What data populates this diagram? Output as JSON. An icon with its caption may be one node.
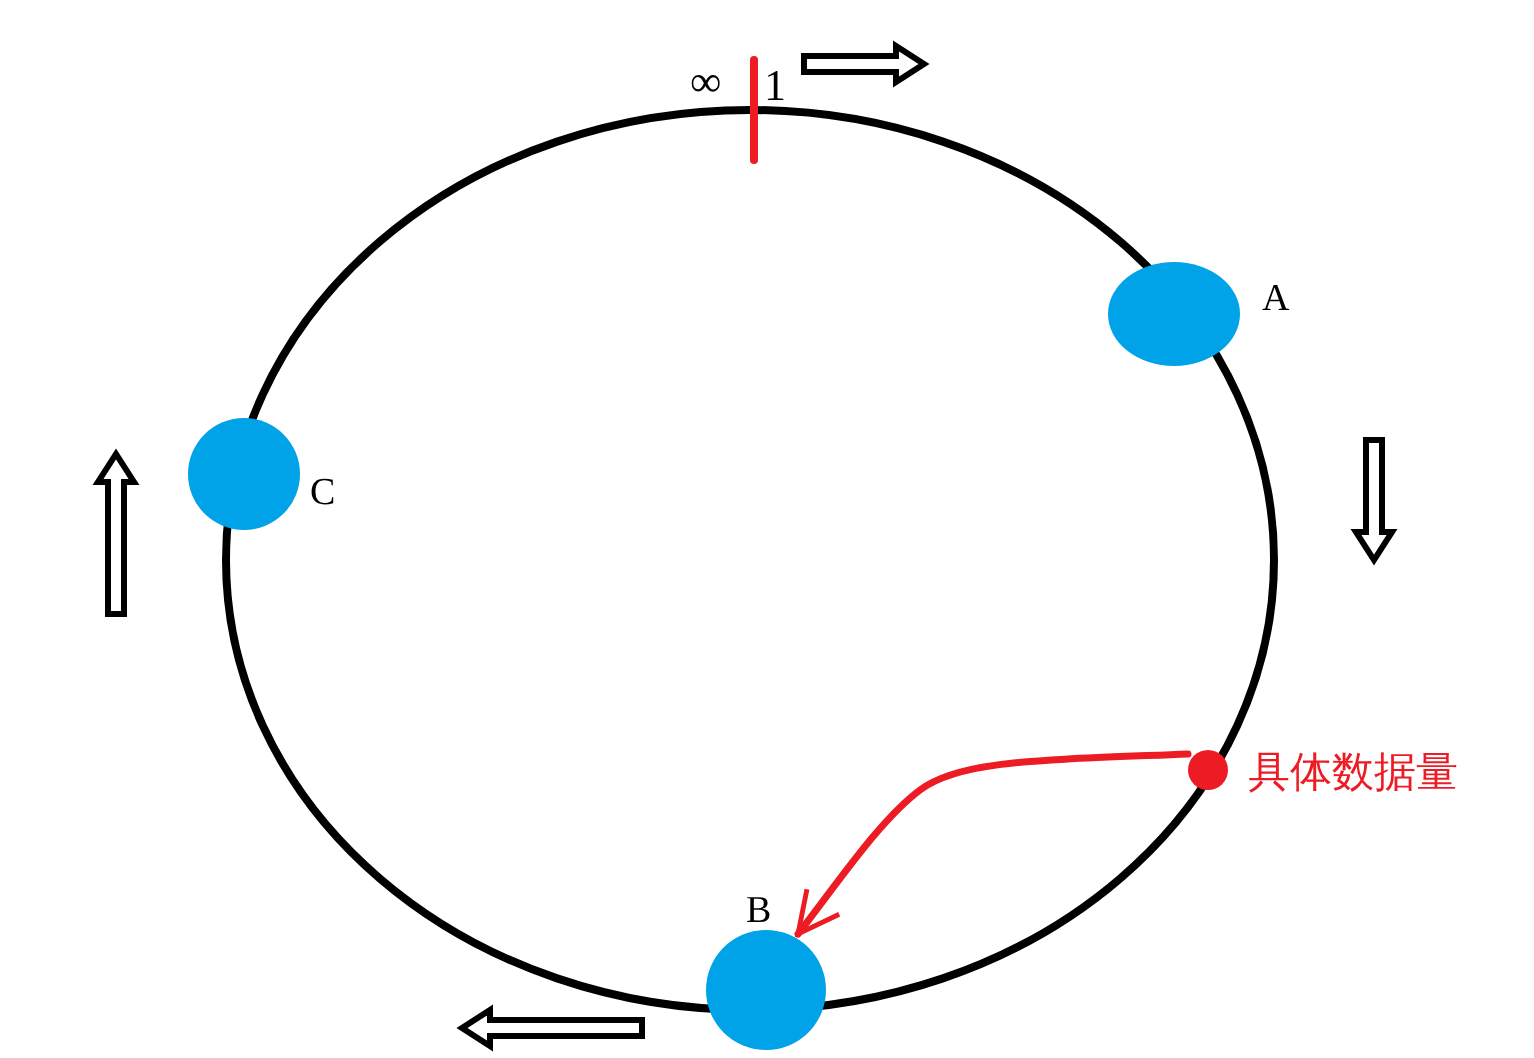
{
  "diagram": {
    "nodes": [
      {
        "text": [],
        "shape": "circle",
        "beside": [
          "A"
        ]
      },
      {
        "text": [],
        "shape": "circle",
        "beside": [
          "C"
        ]
      },
      {
        "text": [],
        "shape": "circle",
        "beside": [
          "具体数据量"
        ]
      },
      {
        "text": [],
        "shape": "circle",
        "beside": [
          "B"
        ]
      }
    ],
    "edges": [
      {
        "from": 2,
        "to": 3,
        "arrow": "to"
      }
    ],
    "labels": [
      "∞",
      "1"
    ]
  }
}
